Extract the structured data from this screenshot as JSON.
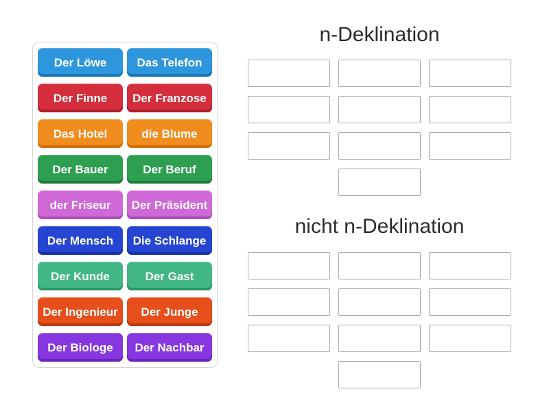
{
  "activity": {
    "type_label": "group-sort",
    "tiles": [
      {
        "label": "Der Löwe",
        "color": "blue"
      },
      {
        "label": "Das Telefon",
        "color": "blue"
      },
      {
        "label": "Der Finne",
        "color": "red"
      },
      {
        "label": "Der Franzose",
        "color": "red"
      },
      {
        "label": "Das Hotel",
        "color": "orange"
      },
      {
        "label": "die Blume",
        "color": "orange"
      },
      {
        "label": "Der Bauer",
        "color": "green"
      },
      {
        "label": "Der Beruf",
        "color": "green"
      },
      {
        "label": "der Friseur",
        "color": "orchid"
      },
      {
        "label": "Der Präsident",
        "color": "orchid"
      },
      {
        "label": "Der Mensch",
        "color": "royalblue"
      },
      {
        "label": "Die Schlange",
        "color": "royalblue"
      },
      {
        "label": "Der Kunde",
        "color": "emerald"
      },
      {
        "label": "Der Gast",
        "color": "emerald"
      },
      {
        "label": "Der Ingenieur",
        "color": "orangered"
      },
      {
        "label": "Der Junge",
        "color": "orangered"
      },
      {
        "label": "Der Biologe",
        "color": "purple"
      },
      {
        "label": "Der Nachbar",
        "color": "purple"
      }
    ],
    "tile_colors": {
      "blue": {
        "bg": "#2e96dd",
        "edge": "#1878bb"
      },
      "red": {
        "bg": "#d42e3d",
        "edge": "#ab1e2c"
      },
      "orange": {
        "bg": "#f18c1f",
        "edge": "#cf7109"
      },
      "green": {
        "bg": "#2e9e50",
        "edge": "#1e7b3a"
      },
      "orchid": {
        "bg": "#d069d8",
        "edge": "#ad4cbc"
      },
      "royalblue": {
        "bg": "#2545d2",
        "edge": "#1731a6"
      },
      "emerald": {
        "bg": "#42b785",
        "edge": "#2e9568"
      },
      "orangered": {
        "bg": "#e64f1c",
        "edge": "#bd3a0e"
      },
      "purple": {
        "bg": "#8737df",
        "edge": "#6c24ba"
      }
    },
    "groups": [
      {
        "title": "n-Deklination",
        "slot_count": 10
      },
      {
        "title": "nicht n-Deklination",
        "slot_count": 10
      }
    ]
  }
}
